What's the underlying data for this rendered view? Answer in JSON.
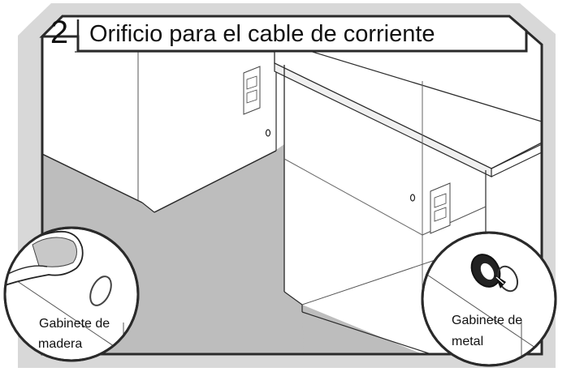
{
  "step": {
    "number": "2",
    "title": "Orificio para el cable de corriente"
  },
  "callouts": {
    "wood": {
      "line1": "Gabinete de",
      "line2": "madera"
    },
    "metal": {
      "line1": "Gabinete de",
      "line2": "metal"
    }
  },
  "colors": {
    "frame": "#2a2a2a",
    "floor": "#bdbdbd",
    "frame_shadow": "#d9d9d9",
    "ink": "#111111"
  }
}
